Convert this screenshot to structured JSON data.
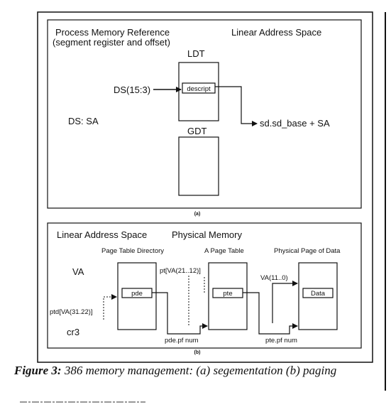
{
  "segmentation": {
    "process_ref_line1": "Process Memory Reference",
    "process_ref_line2": "(segment register and offset)",
    "linear_space": "Linear Address Space",
    "ldt": "LDT",
    "descriptor": "descript",
    "selector": "DS(15:3)",
    "ds_sa": "DS: SA",
    "result": "sd.sd_base + SA",
    "gdt": "GDT",
    "panel_label": "(a)"
  },
  "paging": {
    "linear_space": "Linear Address Space",
    "physical_memory": "Physical Memory",
    "dir_title": "Page Table Directory",
    "table_title": "A Page Table",
    "page_title": "Physical Page of Data",
    "va": "VA",
    "pde": "pde",
    "pte": "pte",
    "data": "Data",
    "ptd_index": "ptd[VA(31.22)]",
    "pt_index": "pt[VA(21..12)]",
    "va_offset": "VA(11..0)",
    "cr3": "cr3",
    "pde_pfnum": "pde.pf num",
    "pte_pfnum": "pte.pf num",
    "panel_label": "(b)"
  },
  "caption": {
    "label": "Figure 3:",
    "text": "386 memory management: (a) segementation (b) paging"
  }
}
